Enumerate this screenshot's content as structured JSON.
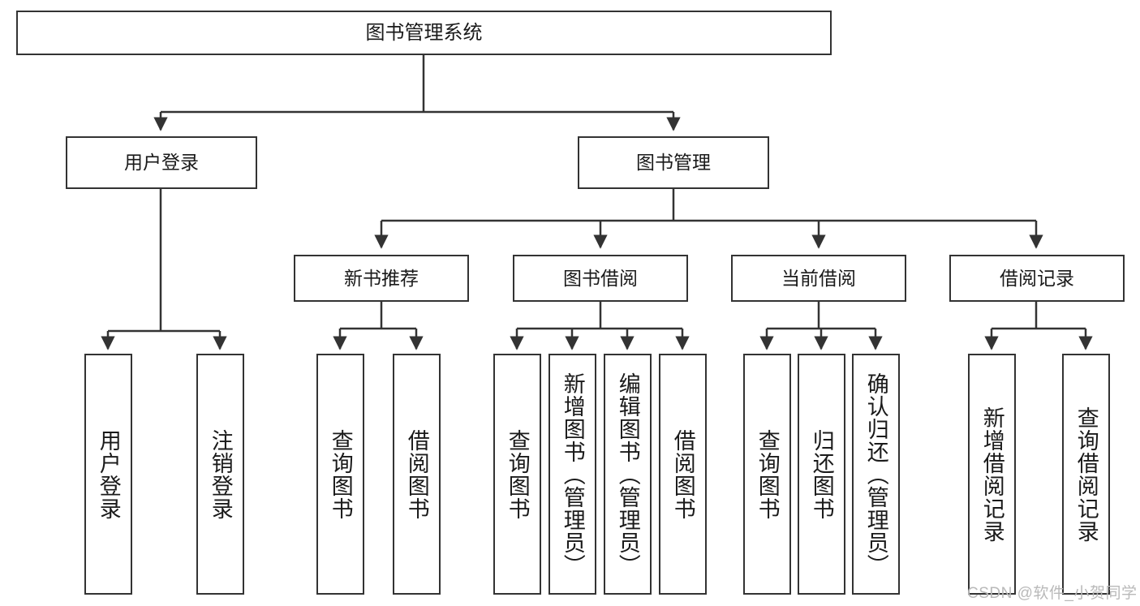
{
  "diagram": {
    "title": "图书管理系统",
    "type": "hierarchy-tree",
    "root": {
      "label": "图书管理系统"
    },
    "level2": [
      {
        "label": "用户登录"
      },
      {
        "label": "图书管理"
      }
    ],
    "level3": [
      {
        "label": "新书推荐"
      },
      {
        "label": "图书借阅"
      },
      {
        "label": "当前借阅"
      },
      {
        "label": "借阅记录"
      }
    ],
    "leaves": {
      "user_login": [
        {
          "label": "用户登录"
        },
        {
          "label": "注销登录"
        }
      ],
      "new_book_recommend": [
        {
          "label": "查询图书"
        },
        {
          "label": "借阅图书"
        }
      ],
      "book_borrow": [
        {
          "label": "查询图书"
        },
        {
          "label": "新增图书（管理员）"
        },
        {
          "label": "编辑图书（管理员）"
        },
        {
          "label": "借阅图书"
        }
      ],
      "current_borrow": [
        {
          "label": "查询图书"
        },
        {
          "label": "归还图书"
        },
        {
          "label": "确认归还（管理员）"
        }
      ],
      "borrow_record": [
        {
          "label": "新增借阅记录"
        },
        {
          "label": "查询借阅记录"
        }
      ]
    }
  },
  "watermark": {
    "text": "CSDN @软件_小贺同学"
  },
  "colors": {
    "border": "#333333",
    "text": "#1a1a1a",
    "background": "#ffffff",
    "watermark": "#b9b9b9"
  }
}
